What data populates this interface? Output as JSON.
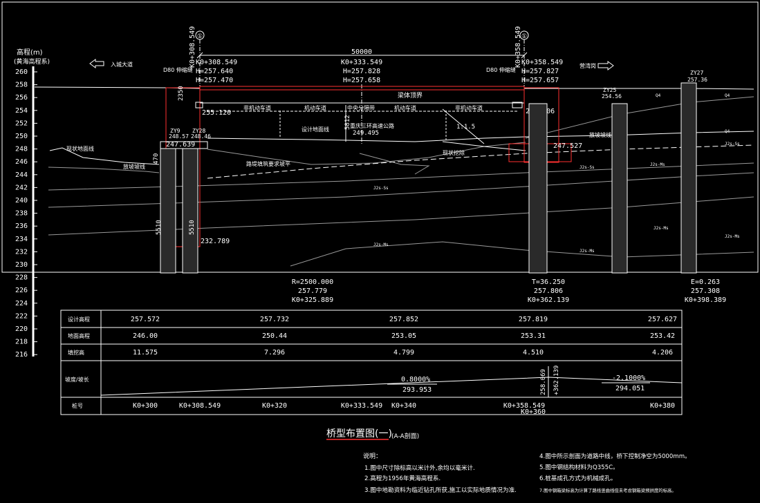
{
  "elevation_axis": {
    "title": "高程(m)",
    "subtitle": "(黄海高程系)",
    "ticks": [
      "260",
      "258",
      "256",
      "254",
      "252",
      "250",
      "248",
      "246",
      "244",
      "242",
      "240",
      "238",
      "236",
      "234",
      "232",
      "230",
      "228",
      "226",
      "224",
      "222",
      "220",
      "218",
      "216"
    ]
  },
  "directions": {
    "left": "入城大道",
    "right": "营湾岗"
  },
  "piers": [
    {
      "mark": "①",
      "station_v": "K0+308.549",
      "station": "K0+308.549",
      "h1": "H=257.640",
      "h2": "H=257.470",
      "tag": "D80 伸缩缝"
    },
    {
      "mark": "①",
      "station_v": "K0+358.549",
      "station": "K0+358.549",
      "h1": "H=257.827",
      "h2": "H=257.657",
      "tag": "D80 伸缩缝"
    }
  ],
  "center": {
    "span": "50000",
    "station": "K0+333.549",
    "h1": "H=257.828",
    "h2": "H=257.658"
  },
  "labels": {
    "beam": "梁体顶界",
    "lane_left": "非机动车道",
    "lane_mid_l": "机动车道",
    "lane_mid": "中央分隔带",
    "lane_mid_r": "机动车道",
    "lane_right": "非机动车道",
    "road_name": "重庆三环高速公路",
    "elev_under": "249.495",
    "clearance": "5812",
    "design_ground": "设计地面线",
    "existing_ground": "现状地面线",
    "slope_line_l": "放坡坡线",
    "slope_line_r": "放坡坡线",
    "slope_ratio": "1:1.5",
    "excavate": "现状挖除",
    "fill_req": "路堤填筑要求坡平",
    "abut_l_top": "255.120",
    "abut_r_top": "255.306",
    "abut_l_bot": "247.639",
    "abut_r_bot": "247.527",
    "pile_bot_l": "232.789",
    "pile_len_1": "2350",
    "pile_len_2": "5510",
    "pile_len_3": "5510",
    "bore_1": "ZY9",
    "bore_1e": "248.57",
    "bore_2": "ZY28",
    "bore_2e": "248.46",
    "bore_3": "ZY25",
    "bore_3e": "254.56",
    "bore_4": "ZY27",
    "bore_4e": "257.36",
    "dim_470": "470"
  },
  "curve": [
    {
      "a": "R=2500.000",
      "b": "257.779",
      "c": "K0+325.889"
    },
    {
      "a": "T=36.250",
      "b": "257.806",
      "c": "K0+362.139"
    },
    {
      "a": "E=0.263",
      "b": "257.308",
      "c": "K0+398.389"
    }
  ],
  "table": {
    "rows": [
      {
        "label": "设计高程",
        "values": [
          "257.572",
          "257.732",
          "257.852",
          "257.819",
          "257.627"
        ]
      },
      {
        "label": "地面高程",
        "values": [
          "246.00",
          "250.44",
          "253.05",
          "253.31",
          "253.42"
        ]
      },
      {
        "label": "填挖高",
        "values": [
          "11.575",
          "7.296",
          "4.799",
          "4.510",
          "4.206"
        ]
      }
    ],
    "slope_label": "坡度/坡长",
    "grade1": "0.8000%",
    "len1": "293.953",
    "grade2": "-2.1000%",
    "len2": "294.051",
    "vpi_elev": "258.069",
    "vpi_sta": "+362.139",
    "station_label": "桩号",
    "stations": [
      "K0+300",
      "K0+308.549",
      "K0+320",
      "K0+333.549",
      "K0+340",
      "K0+358.549",
      "K0+360",
      "K0+380"
    ]
  },
  "title": {
    "main": "桥型布置图(一)",
    "sub": "(A-A剖面)"
  },
  "notes": {
    "heading": "说明：",
    "items": [
      "1.图中尺寸除标高以米计外,余均以毫米计.",
      "2.高程为1956年黄海高程系.",
      "3.图中地勘资料为临近钻孔所获,施工以实际地质情况为准.",
      "4.图中所示剖面为道路中线，桥下控制净空为5000mm。",
      "5.图中钢结构材料为Q355C。",
      "6.桩基成孔方式为机械成孔。",
      "7.图中钢箱梁标高为计算了路线竖曲线但未考虑钢箱梁预拱度的标高。"
    ]
  },
  "geology": [
    "Q4",
    "Q4",
    "Q4",
    "J2s-Ss",
    "J2s-Ms",
    "J2s-Ms",
    "J2s-Ms",
    "J2s-Ss",
    "J2s-Ms",
    "J2s-Ms",
    "J2s-Ss"
  ]
}
